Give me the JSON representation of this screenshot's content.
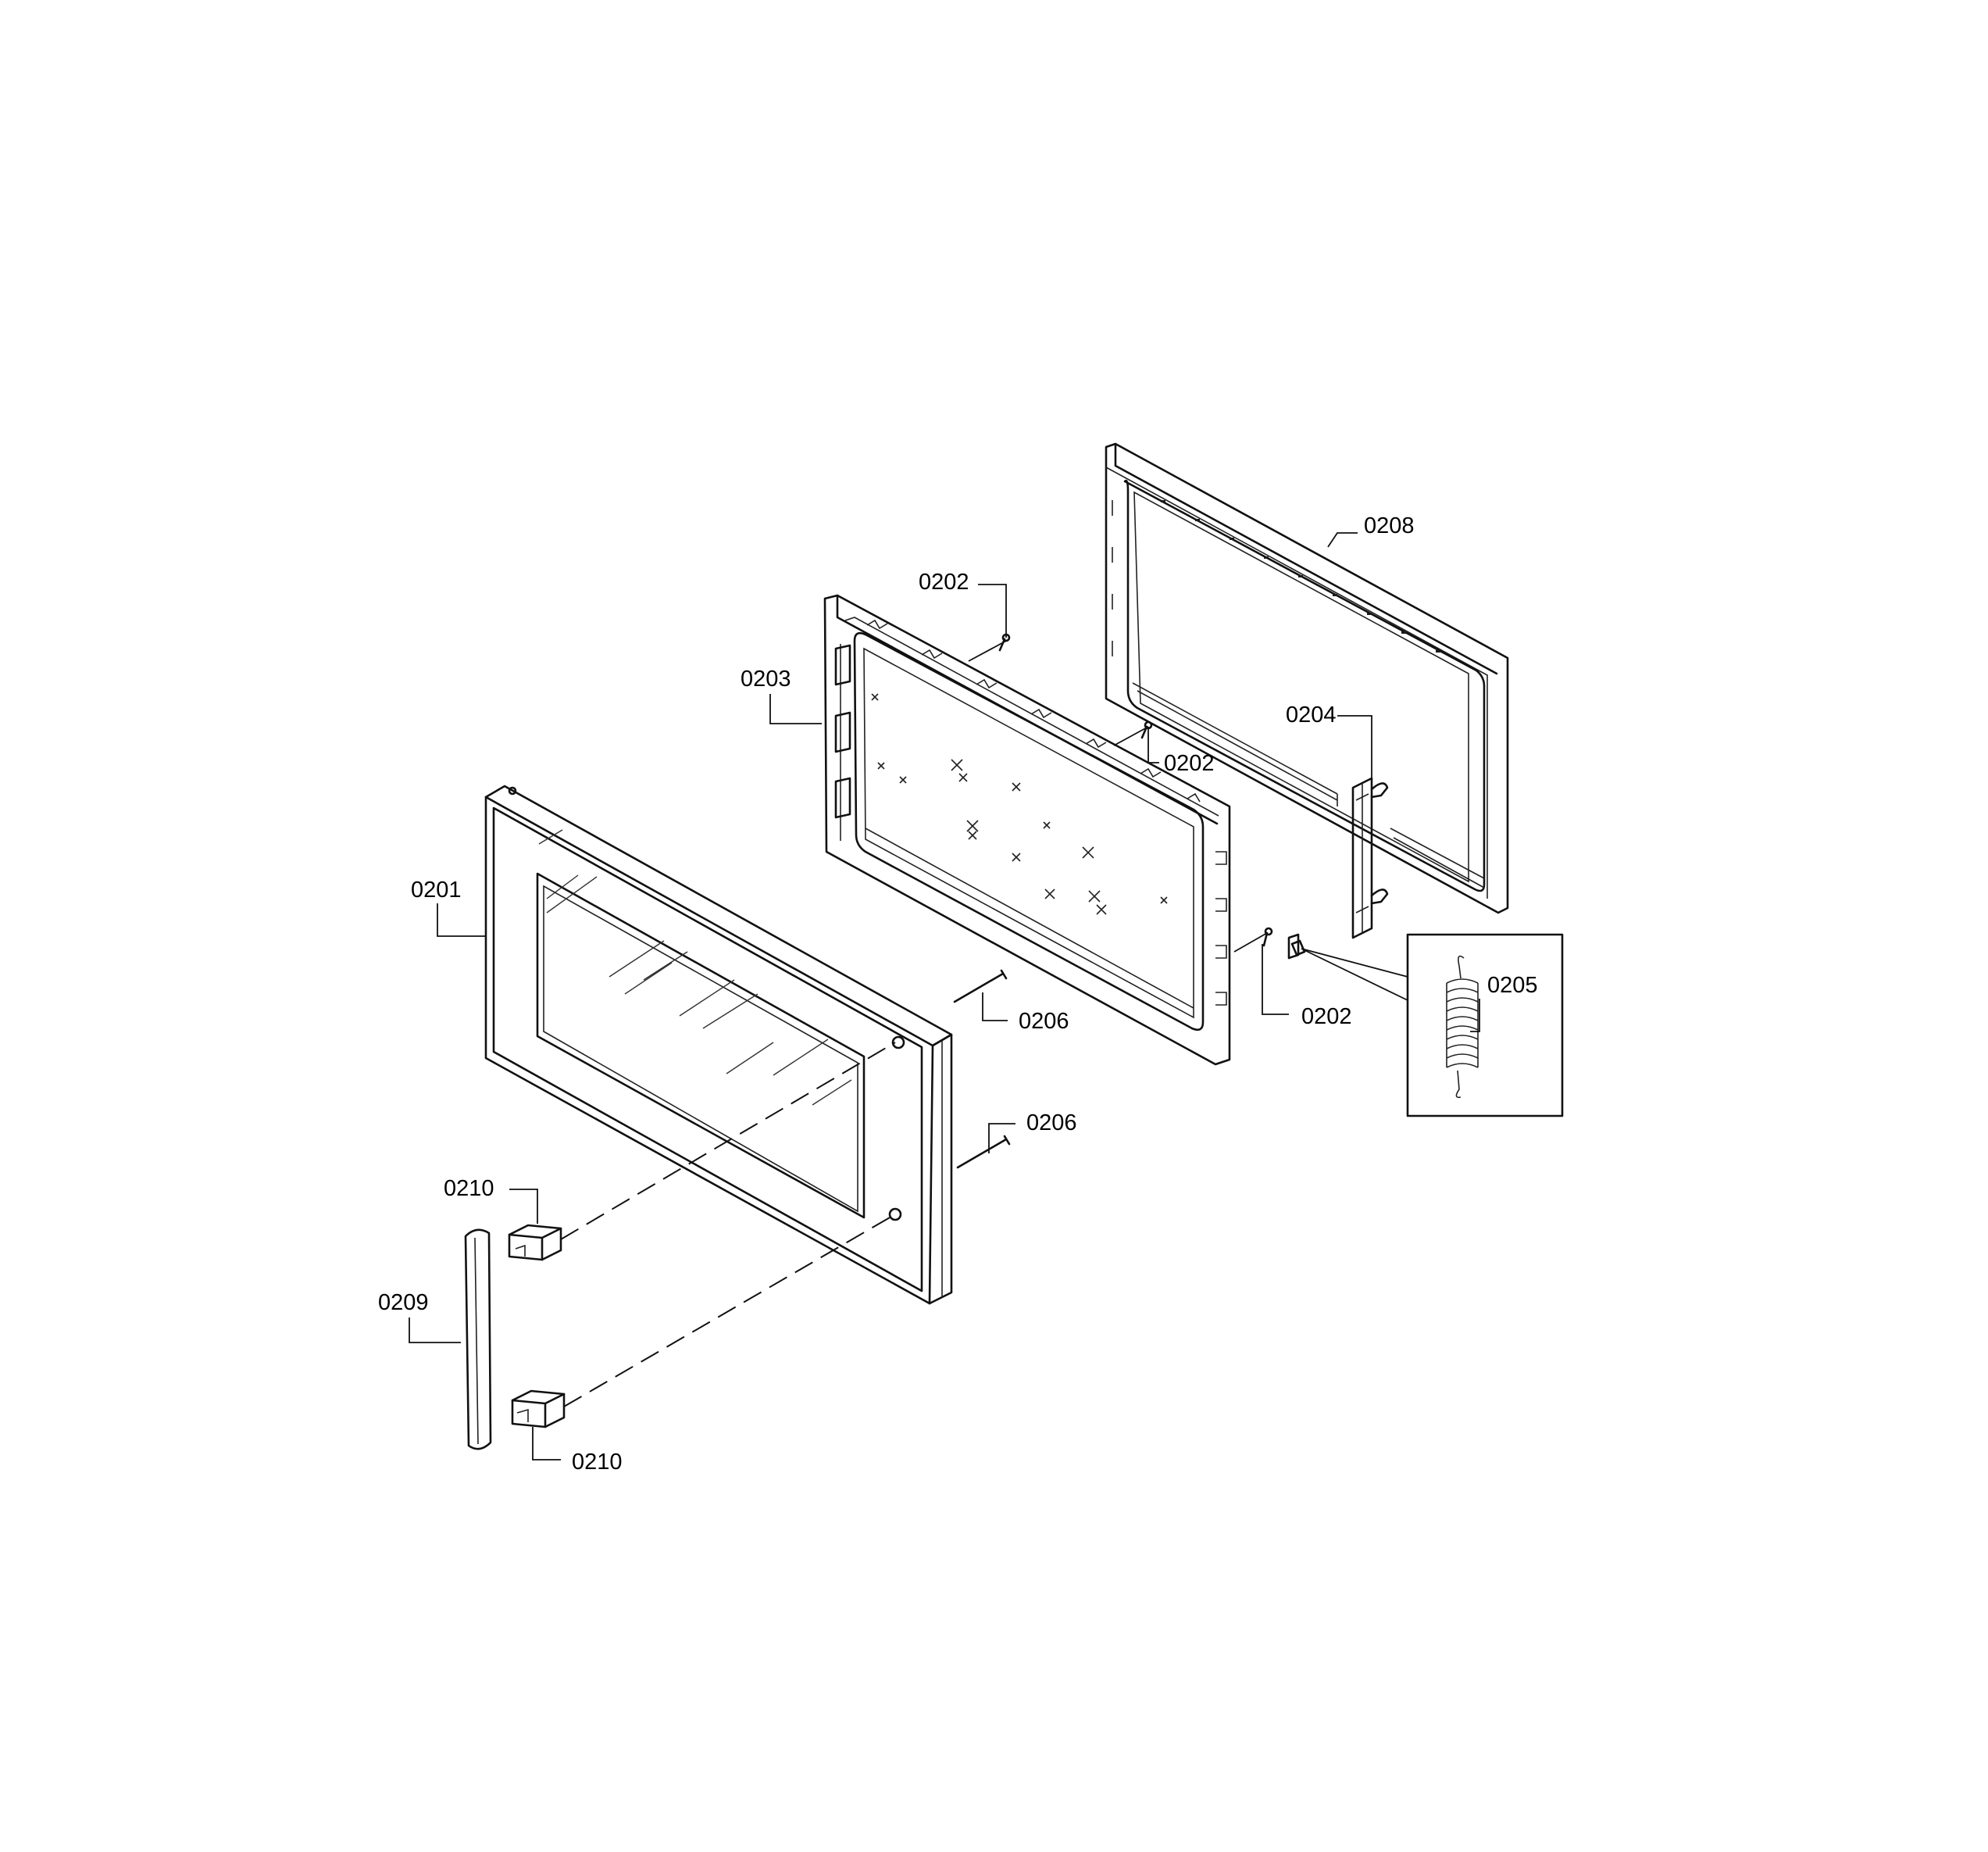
{
  "callouts": [
    {
      "id": "0208",
      "text": "0208"
    },
    {
      "id": "0202-top",
      "text": "0202"
    },
    {
      "id": "0203",
      "text": "0203"
    },
    {
      "id": "0202-mid",
      "text": "0202"
    },
    {
      "id": "0204",
      "text": "0204"
    },
    {
      "id": "0201",
      "text": "0201"
    },
    {
      "id": "0205",
      "text": "0205"
    },
    {
      "id": "0202-low",
      "text": "0202"
    },
    {
      "id": "0206-top",
      "text": "0206"
    },
    {
      "id": "0206-low",
      "text": "0206"
    },
    {
      "id": "0210-top",
      "text": "0210"
    },
    {
      "id": "0209",
      "text": "0209"
    },
    {
      "id": "0210-low",
      "text": "0210"
    }
  ]
}
